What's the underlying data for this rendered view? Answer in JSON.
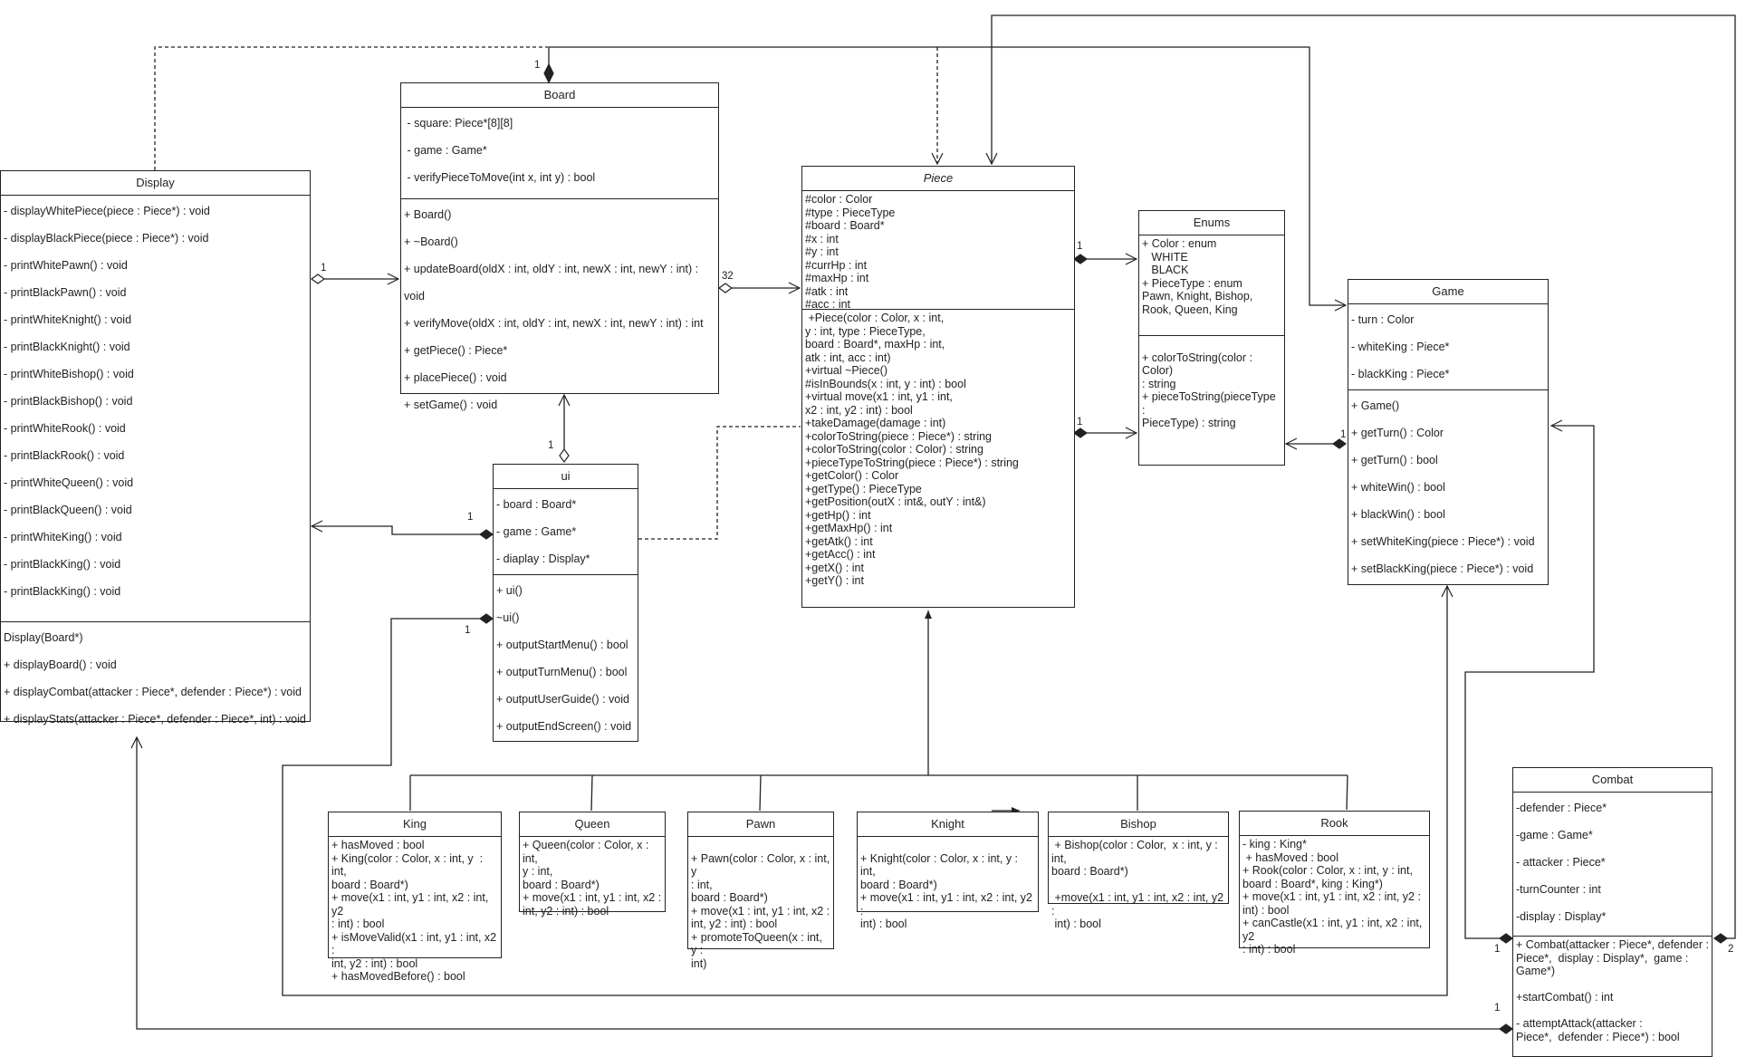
{
  "classes": {
    "display": {
      "name": "Display",
      "attributes": [
        "- displayWhitePiece(piece : Piece*) : void",
        "- displayBlackPiece(piece : Piece*) : void",
        "- printWhitePawn() : void",
        "- printBlackPawn() : void",
        "- printWhiteKnight() : void",
        "- printBlackKnight() : void",
        "- printWhiteBishop() : void",
        "- printBlackBishop() : void",
        "- printWhiteRook() : void",
        "- printBlackRook() : void",
        "- printWhiteQueen() : void",
        "- printBlackQueen() : void",
        "- printWhiteKing() : void",
        "- printBlackKing() : void",
        "- printBlackKing() : void"
      ],
      "methods": [
        "Display(Board*)",
        "+ displayBoard() : void",
        "+ displayCombat(attacker : Piece*, defender : Piece*) : void",
        "+ displayStats(attacker : Piece*, defender : Piece*, int) : void"
      ]
    },
    "board": {
      "name": "Board",
      "attributes": [
        " - square: Piece*[8][8]",
        " - game : Game*",
        " - verifyPieceToMove(int x, int y) : bool"
      ],
      "methods": [
        "+ Board()",
        "+ ~Board()",
        "+ updateBoard(oldX : int, oldY : int, newX : int, newY : int) : void",
        "+ verifyMove(oldX : int, oldY : int, newX : int, newY : int) : int",
        "+ getPiece() : Piece*",
        "+ placePiece() : void",
        "+ setGame() : void"
      ]
    },
    "piece": {
      "name": "Piece",
      "attributes": [
        "#color : Color",
        "#type : PieceType",
        "#board : Board*",
        "#x : int",
        "#y : int",
        "#currHp : int",
        "#maxHp : int",
        "#atk : int",
        "#acc : int"
      ],
      "methods": [
        " +Piece(color : Color, x : int,",
        "y : int, type : PieceType,",
        "board : Board*, maxHp : int,",
        "atk : int, acc : int)",
        "+virtual ~Piece()",
        "#isInBounds(x : int, y : int) : bool",
        "+virtual move(x1 : int, y1 : int,",
        "x2 : int, y2 : int) : bool",
        "+takeDamage(damage : int)",
        "+colorToString(piece : Piece*) : string",
        "+colorToString(color : Color) : string",
        "+pieceTypeToString(piece : Piece*) : string",
        "+getColor() : Color",
        "+getType() : PieceType",
        "+getPosition(outX : int&, outY : int&)",
        "+getHp() : int",
        "+getMaxHp() : int",
        "+getAtk() : int",
        "+getAcc() : int",
        "+getX() : int",
        "+getY() : int"
      ]
    },
    "enums": {
      "name": "Enums",
      "attributes": [
        "+ Color : enum",
        "   WHITE",
        "   BLACK",
        "+ PieceType : enum",
        "Pawn, Knight, Bishop,",
        "Rook, Queen, King"
      ],
      "methods": [
        "",
        "+ colorToString(color : Color)",
        ": string",
        "+ pieceToString(pieceType :",
        "PieceType) : string"
      ]
    },
    "game": {
      "name": "Game",
      "attributes": [
        "- turn : Color",
        "- whiteKing : Piece*",
        "- blackKing : Piece*"
      ],
      "methods": [
        "+ Game()",
        "+ getTurn() : Color",
        "+ getTurn() : bool",
        "+ whiteWin() : bool",
        "+ blackWin() : bool",
        "+ setWhiteKing(piece : Piece*) : void",
        "+ setBlackKing(piece : Piece*) : void"
      ]
    },
    "ui": {
      "name": "ui",
      "attributes": [
        "- board : Board*",
        "- game : Game*",
        "- diaplay : Display*"
      ],
      "methods": [
        "+ ui()",
        "~ui()",
        "+ outputStartMenu() : bool",
        "+ outputTurnMenu() : bool",
        "+ outputUserGuide() : void",
        "+ outputEndScreen() : void"
      ]
    },
    "king": {
      "name": "King",
      "members": [
        "+ hasMoved : bool",
        "+ King(color : Color, x : int, y  :  int,",
        "board : Board*)",
        "+ move(x1 : int, y1 : int, x2 : int, y2",
        ": int) : bool",
        "+ isMoveValid(x1 : int, y1 : int, x2 :",
        "int, y2 : int) : bool",
        "+ hasMovedBefore() : bool"
      ]
    },
    "queen": {
      "name": "Queen",
      "members": [
        "+ Queen(color : Color, x : int,",
        "y : int,",
        "board : Board*)",
        "+ move(x1 : int, y1 : int, x2 :",
        "int, y2 : int) : bool"
      ]
    },
    "pawn": {
      "name": "Pawn",
      "members": [
        "",
        "+ Pawn(color : Color, x : int, y",
        ": int,",
        "board : Board*)",
        "+ move(x1 : int, y1 : int, x2 :",
        "int, y2 : int) : bool",
        "+ promoteToQueen(x : int, y :",
        "int)"
      ]
    },
    "knight": {
      "name": "Knight",
      "members": [
        "",
        "+ Knight(color : Color, x : int, y : int,",
        "board : Board*)",
        "+ move(x1 : int, y1 : int, x2 : int, y2 :",
        "int) : bool"
      ]
    },
    "bishop": {
      "name": "Bishop",
      "members": [
        " + Bishop(color : Color,  x : int, y : int,",
        "board : Board*)",
        "",
        " +move(x1 : int, y1 : int, x2 : int, y2 :",
        " int) : bool"
      ]
    },
    "rook": {
      "name": "Rook",
      "members": [
        "- king : King*",
        " + hasMoved : bool",
        "+ Rook(color : Color, x : int, y : int,",
        "board : Board*, king : King*)",
        "+ move(x1 : int, y1 : int, x2 : int, y2 :",
        "int) : bool",
        "+ canCastle(x1 : int, y1 : int, x2 : int, y2",
        ": int) : bool"
      ]
    },
    "combat": {
      "name": "Combat",
      "attributes": [
        "-defender : Piece*",
        "-game : Game*",
        "- attacker : Piece*",
        "-turnCounter : int",
        "-display : Display*"
      ],
      "methods": [
        "+ Combat(attacker : Piece*, defender :",
        "Piece*,  display : Display*,  game :",
        "Game*)",
        "",
        "+startCombat() : int",
        "",
        "- attemptAttack(attacker :",
        "Piece*,  defender : Piece*) : bool"
      ]
    }
  },
  "multiplicities": {
    "board_top": "1",
    "display_board": "1",
    "board_piece": "32",
    "ui_board": "1",
    "ui_display": "1",
    "ui_lower": "1",
    "piece_enums_top": "1",
    "piece_enums_bottom": "1",
    "game_enums": "1",
    "combat_left": "1",
    "combat_right": "2",
    "combat_bottom": "1"
  }
}
